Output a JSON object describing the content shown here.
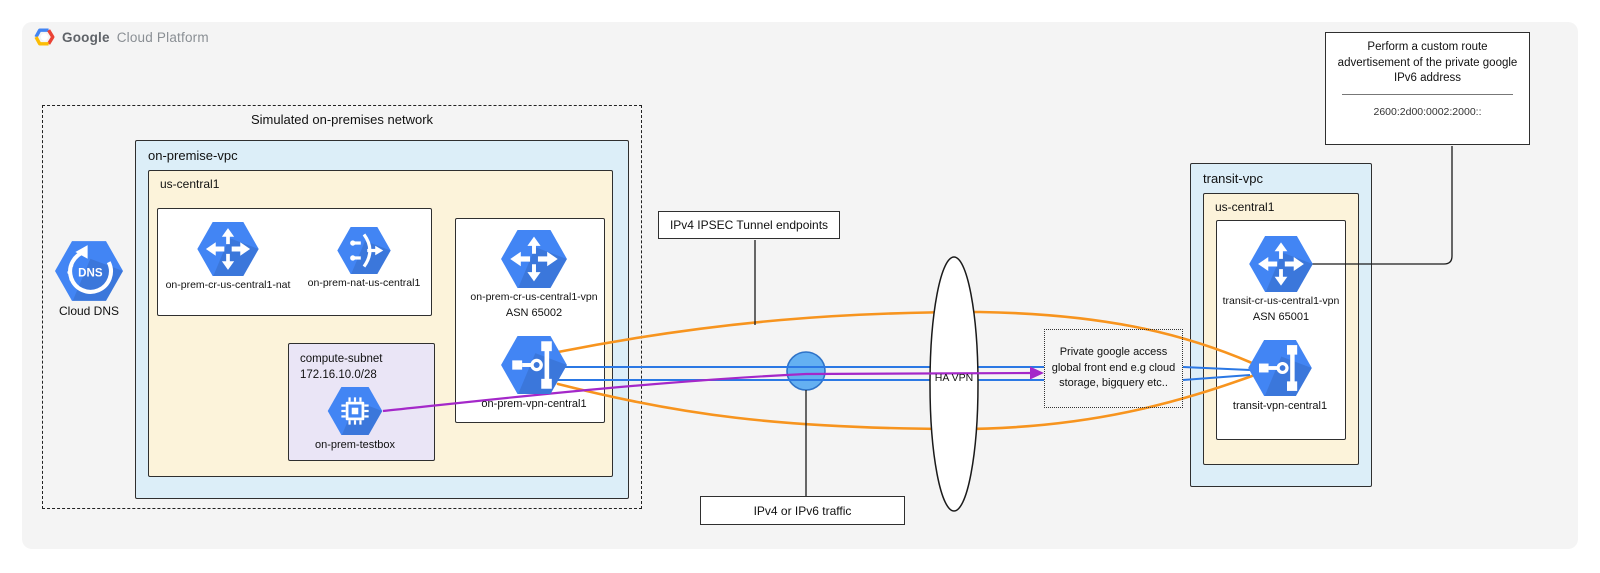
{
  "logo": {
    "brand_bold": "Google",
    "brand_rest": "Cloud Platform"
  },
  "onprem": {
    "container_label": "Simulated on-premises network",
    "vpc_label": "on-premise-vpc",
    "region_label": "us-central1",
    "subnet": {
      "name": "compute-subnet",
      "cidr": "172.16.10.0/28"
    },
    "nodes": {
      "dns": "Cloud DNS",
      "router_nat": "on-prem-cr-us-central1-nat",
      "nat": "on-prem-nat-us-central1",
      "testbox": "on-prem-testbox",
      "router_vpn": "on-prem-cr-us-central1-vpn",
      "router_vpn_asn": "ASN 65002",
      "vpn_gateway": "on-prem-vpn-central1"
    }
  },
  "middle": {
    "ipsec_endpoints_label": "IPv4 IPSEC Tunnel endpoints",
    "traffic_label": "IPv4 or IPv6 traffic",
    "ha_vpn_label": "HA VPN",
    "private_google_access_label": "Private google access global front end e.g cloud storage, bigquery etc.."
  },
  "transit": {
    "vpc_label": "transit-vpc",
    "region_label": "us-central1",
    "nodes": {
      "router": "transit-cr-us-central1-vpn",
      "router_asn": "ASN 65001",
      "vpn_gateway": "transit-vpn-central1"
    }
  },
  "callout": {
    "text": "Perform a custom route advertisement of the private google IPv6 address",
    "ipv6_address": "2600:2d00:0002:2000::"
  },
  "icon_glyphs": {
    "dns_text": "DNS"
  },
  "colors": {
    "tunnel_orange": "#f7941e",
    "traffic_blue": "#2b78e4",
    "ipv6_purple": "#a428c9",
    "icon_blue": "#4285f4",
    "vpc_fill": "#dceef8",
    "region_fill": "#fcf3da",
    "subnet_fill": "#eae5f6",
    "canvas_fill": "#f4f4f4"
  }
}
